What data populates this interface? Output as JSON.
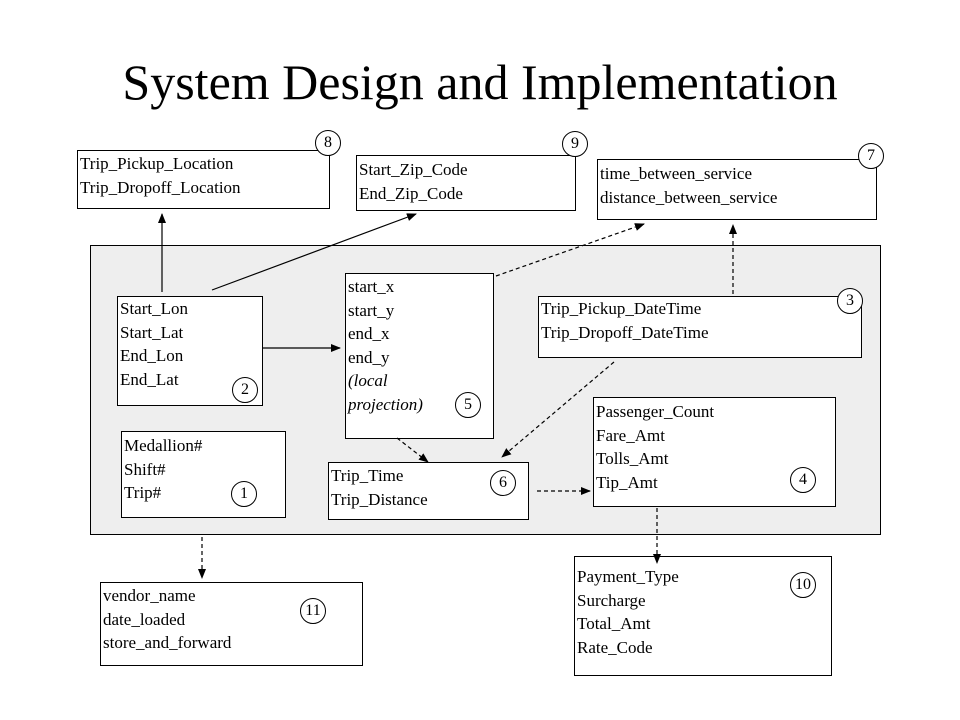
{
  "title": "System Design and Implementation",
  "boxes": {
    "b8": {
      "lines": [
        "Trip_Pickup_Location",
        "Trip_Dropoff_Location"
      ],
      "badge": "8"
    },
    "b9": {
      "lines": [
        "Start_Zip_Code",
        "End_Zip_Code"
      ],
      "badge": "9"
    },
    "b7": {
      "lines": [
        "time_between_service",
        "distance_between_service"
      ],
      "badge": "7"
    },
    "b2": {
      "lines": [
        "Start_Lon",
        "Start_Lat",
        "End_Lon",
        "End_Lat"
      ],
      "badge": "2"
    },
    "b5": {
      "lines": [
        "start_x",
        "start_y",
        "end_x",
        "end_y",
        "(local",
        "projection)"
      ],
      "badge": "5"
    },
    "b3": {
      "lines": [
        "Trip_Pickup_DateTime",
        "Trip_Dropoff_DateTime"
      ],
      "badge": "3"
    },
    "b1": {
      "lines": [
        "Medallion#",
        "Shift#",
        "Trip#"
      ],
      "badge": "1"
    },
    "b6": {
      "lines": [
        "Trip_Time",
        "Trip_Distance"
      ],
      "badge": "6"
    },
    "b4": {
      "lines": [
        "Passenger_Count",
        "Fare_Amt",
        "Tolls_Amt",
        "Tip_Amt"
      ],
      "badge": "4"
    },
    "b11": {
      "lines": [
        "vendor_name",
        "date_loaded",
        "store_and_forward"
      ],
      "badge": "11"
    },
    "b10": {
      "lines": [
        "Payment_Type",
        "Surcharge",
        "Total_Amt",
        "Rate_Code"
      ],
      "badge": "10"
    }
  }
}
